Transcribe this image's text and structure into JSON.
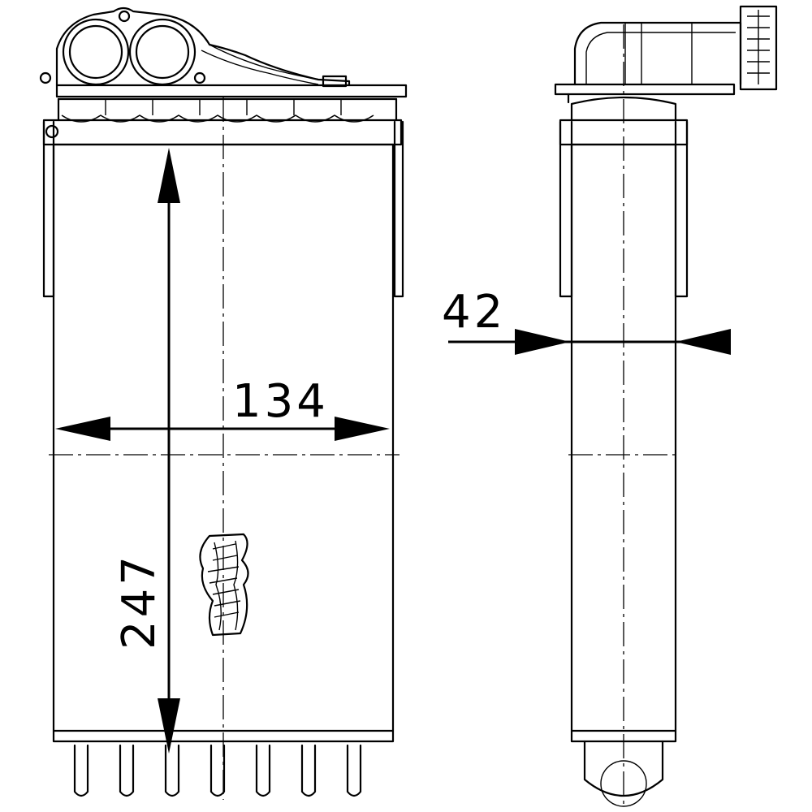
{
  "dimensions": {
    "width": "134",
    "height": "247",
    "depth": "42"
  }
}
